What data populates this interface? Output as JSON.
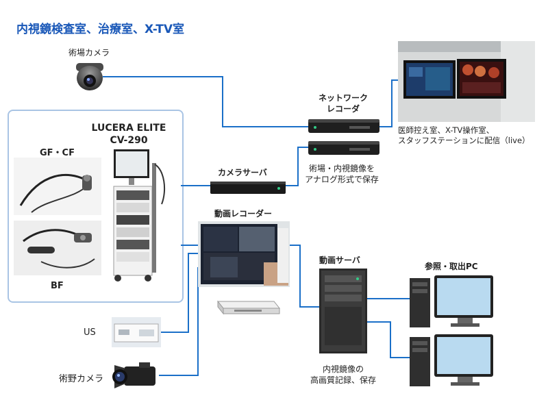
{
  "title": "内視鏡検査室、治療室、X-TV室",
  "labels": {
    "surgical_camera": "術場カメラ",
    "network_recorder_l1": "ネットワーク",
    "network_recorder_l2": "レコーダ",
    "monitor_caption_l1": "医師控え室、X-TV操作室、",
    "monitor_caption_l2": "スタッフステーションに配信（live）",
    "camera_server": "カメラサーバ",
    "analog_caption_l1": "術場・内視鏡像を",
    "analog_caption_l2": "アナログ形式で保存",
    "lucera_l1": "LUCERA ELITE",
    "lucera_l2": "CV-290",
    "gf_cf": "GF・CF",
    "bf": "BF",
    "video_recorder": "動画レコーダー",
    "video_server": "動画サーバ",
    "ref_pc": "参照・取出PC",
    "us": "US",
    "field_camera": "術野カメラ",
    "hq_caption_l1": "内視鏡像の",
    "hq_caption_l2": "高画質記録、保存"
  },
  "colors": {
    "accent": "#1a58b8",
    "line": "#1a6fc8",
    "box_border": "#a9c4e4"
  }
}
